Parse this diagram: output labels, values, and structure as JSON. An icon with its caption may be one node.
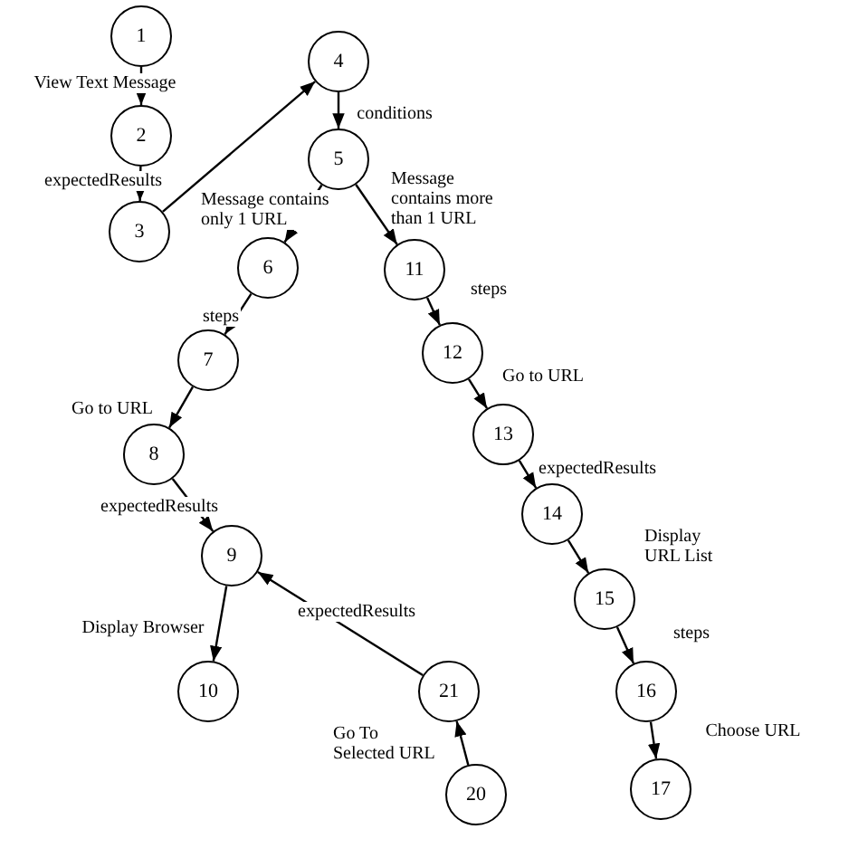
{
  "diagram": {
    "nodes": [
      {
        "text": [
          "1"
        ]
      },
      {
        "text": [
          "2"
        ]
      },
      {
        "text": [
          "3"
        ]
      },
      {
        "text": [
          "4"
        ]
      },
      {
        "text": [
          "5"
        ]
      },
      {
        "text": [
          "6"
        ]
      },
      {
        "text": [
          "7"
        ]
      },
      {
        "text": [
          "8"
        ]
      },
      {
        "text": [
          "9"
        ]
      },
      {
        "text": [
          "10"
        ]
      },
      {
        "text": [
          "11"
        ]
      },
      {
        "text": [
          "12"
        ]
      },
      {
        "text": [
          "13"
        ]
      },
      {
        "text": [
          "14"
        ]
      },
      {
        "text": [
          "15"
        ]
      },
      {
        "text": [
          "16"
        ]
      },
      {
        "text": [
          "17"
        ]
      },
      {
        "text": [
          "21"
        ]
      },
      {
        "text": [
          "20"
        ]
      }
    ],
    "edges": [
      {
        "from": 0,
        "to": 1,
        "arrow": "to",
        "label": "View Text Message"
      },
      {
        "from": 1,
        "to": 2,
        "arrow": "to",
        "label": "expectedResults"
      },
      {
        "from": 2,
        "to": 3,
        "arrow": "to"
      },
      {
        "from": 3,
        "to": 4,
        "arrow": "to",
        "label": "conditions"
      },
      {
        "from": 4,
        "to": 5,
        "arrow": "to",
        "label": "Message contains only 1 URL"
      },
      {
        "from": 4,
        "to": 10,
        "arrow": "to",
        "label": "Message contains more than 1 URL"
      },
      {
        "from": 5,
        "to": 6,
        "arrow": "to",
        "label": "steps"
      },
      {
        "from": 6,
        "to": 7,
        "arrow": "to",
        "label": "Go to URL"
      },
      {
        "from": 7,
        "to": 8,
        "arrow": "to",
        "label": "expectedResults"
      },
      {
        "from": 8,
        "to": 9,
        "arrow": "to",
        "label": "Display Browser"
      },
      {
        "from": 17,
        "to": 8,
        "arrow": "to",
        "label": "expectedResults"
      },
      {
        "from": 18,
        "to": 17,
        "arrow": "to",
        "label": "Go To Selected URL"
      },
      {
        "from": 10,
        "to": 11,
        "arrow": "to",
        "label": "steps"
      },
      {
        "from": 11,
        "to": 12,
        "arrow": "to",
        "label": "Go to URL"
      },
      {
        "from": 12,
        "to": 13,
        "arrow": "to",
        "label": "expectedResults"
      },
      {
        "from": 13,
        "to": 14,
        "arrow": "to",
        "label": "Display URL List"
      },
      {
        "from": 14,
        "to": 15,
        "arrow": "to",
        "label": "steps"
      },
      {
        "from": 15,
        "to": 16,
        "arrow": "to",
        "label": "Choose URL"
      }
    ]
  }
}
